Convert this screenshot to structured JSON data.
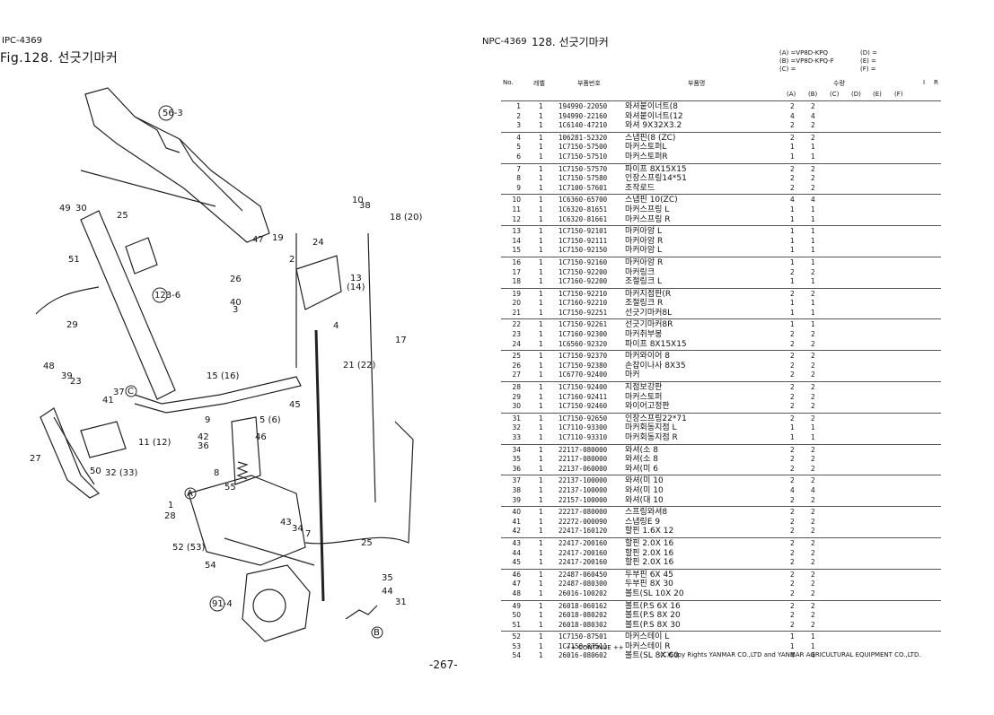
{
  "left_page": {
    "doc_code": "IPC-4369",
    "figure_title": "Fig.128.  선긋기마커",
    "page_number": "-267-",
    "callouts": [
      "56-3",
      "49",
      "30",
      "25",
      "51",
      "29",
      "123-6",
      "48",
      "39",
      "23",
      "27",
      "41",
      "37",
      "C",
      "11 (12)",
      "50",
      "32 (33)",
      "15 (16)",
      "45",
      "9",
      "5 (6)",
      "42",
      "36",
      "46",
      "8",
      "55",
      "A",
      "1",
      "28",
      "52 (53)",
      "54",
      "91-4",
      "43",
      "34",
      "7",
      "10",
      "38",
      "18 (20)",
      "47",
      "19",
      "2",
      "24",
      "26",
      "40",
      "3",
      "13",
      "(14)",
      "4",
      "17",
      "21 (22)",
      "25",
      "35",
      "44",
      "31",
      "B"
    ]
  },
  "right_page": {
    "doc_code": "NPC-4369",
    "title": "128.  선긋기마커",
    "models": [
      "(A) =VP8D-KPQ",
      "(B) =VP8D-KPQ-F",
      "(C) =",
      "(D) =",
      "(E) =",
      "(F) ="
    ],
    "headers": {
      "no": "No.",
      "rev": "레벨",
      "part_no": "부품번호",
      "part_name": "부품명",
      "qty": "수량",
      "qty_cols": [
        "(A)",
        "(B)",
        "(C)",
        "(D)",
        "(E)",
        "(F)"
      ],
      "i": "I",
      "r": "R"
    },
    "parts": [
      [
        "1",
        "1",
        "194990-22050",
        "와셔붙이너트(8",
        "2",
        "2"
      ],
      [
        "2",
        "1",
        "194990-22160",
        "와셔붙이너트(12",
        "4",
        "4"
      ],
      [
        "3",
        "1",
        "1C6140-47210",
        "와셔 9X32X3.2",
        "2",
        "2"
      ],
      [
        "4",
        "1",
        "106281-52320",
        "스냅핀(8 (ZC)",
        "2",
        "2"
      ],
      [
        "5",
        "1",
        "1C7150-57500",
        "마커스토퍼L",
        "1",
        "1"
      ],
      [
        "6",
        "1",
        "1C7150-57510",
        "마커스토퍼R",
        "1",
        "1"
      ],
      [
        "7",
        "1",
        "1C7150-57570",
        "파이프 8X15X15",
        "2",
        "2"
      ],
      [
        "8",
        "1",
        "1C7150-57580",
        "인장스프링14*51",
        "2",
        "2"
      ],
      [
        "9",
        "1",
        "1C7100-57601",
        "조작로드",
        "2",
        "2"
      ],
      [
        "10",
        "1",
        "1C6360-65700",
        "스냅핀 10(ZC)",
        "4",
        "4"
      ],
      [
        "11",
        "1",
        "1C6320-81651",
        "마커스프링 L",
        "1",
        "1"
      ],
      [
        "12",
        "1",
        "1C6320-81661",
        "마커스프링 R",
        "1",
        "1"
      ],
      [
        "13",
        "1",
        "1C7150-92101",
        "마커아암 L",
        "1",
        "1"
      ],
      [
        "14",
        "1",
        "1C7150-92111",
        "마커아암 R",
        "1",
        "1"
      ],
      [
        "15",
        "1",
        "1C7150-92150",
        "마커아암 L",
        "1",
        "1"
      ],
      [
        "16",
        "1",
        "1C7150-92160",
        "마커아암 R",
        "1",
        "1"
      ],
      [
        "17",
        "1",
        "1C7150-92200",
        "마커링크",
        "2",
        "2"
      ],
      [
        "18",
        "1",
        "1C7160-92200",
        "조절링크 L",
        "1",
        "1"
      ],
      [
        "19",
        "1",
        "1C7150-92210",
        "마커지점판(R",
        "2",
        "2"
      ],
      [
        "20",
        "1",
        "1C7160-92210",
        "조절링크 R",
        "1",
        "1"
      ],
      [
        "21",
        "1",
        "1C7150-92251",
        "선긋기마커8L",
        "1",
        "1"
      ],
      [
        "22",
        "1",
        "1C7150-92261",
        "선긋기마커8R",
        "1",
        "1"
      ],
      [
        "23",
        "1",
        "1C7160-92300",
        "마커취부봉",
        "2",
        "2"
      ],
      [
        "24",
        "1",
        "1C6560-92320",
        "파이프 8X15X15",
        "2",
        "2"
      ],
      [
        "25",
        "1",
        "1C7150-92370",
        "마커와이어 8",
        "2",
        "2"
      ],
      [
        "26",
        "1",
        "1C7150-92380",
        "손잡이나사 8X35",
        "2",
        "2"
      ],
      [
        "27",
        "1",
        "1C6770-92400",
        "마커",
        "2",
        "2"
      ],
      [
        "28",
        "1",
        "1C7150-92400",
        "지점보강판",
        "2",
        "2"
      ],
      [
        "29",
        "1",
        "1C7160-92411",
        "마커스토퍼",
        "2",
        "2"
      ],
      [
        "30",
        "1",
        "1C7150-92460",
        "와이어고정판",
        "2",
        "2"
      ],
      [
        "31",
        "1",
        "1C7150-92650",
        "인장스프링22*71",
        "2",
        "2"
      ],
      [
        "32",
        "1",
        "1C7110-93300",
        "마커회동지점 L",
        "1",
        "1"
      ],
      [
        "33",
        "1",
        "1C7110-93310",
        "마커회동지점 R",
        "1",
        "1"
      ],
      [
        "34",
        "1",
        "22117-080000",
        "와셔(소 8",
        "2",
        "2"
      ],
      [
        "35",
        "1",
        "22117-080000",
        "와셔(소 8",
        "2",
        "2"
      ],
      [
        "36",
        "1",
        "22137-060000",
        "와셔(미 6",
        "2",
        "2"
      ],
      [
        "37",
        "1",
        "22137-100000",
        "와셔(미 10",
        "2",
        "2"
      ],
      [
        "38",
        "1",
        "22137-100000",
        "와셔(미 10",
        "4",
        "4"
      ],
      [
        "39",
        "1",
        "22157-100000",
        "와셔(대 10",
        "2",
        "2"
      ],
      [
        "40",
        "1",
        "22217-080000",
        "스프링와셔8",
        "2",
        "2"
      ],
      [
        "41",
        "1",
        "22272-000090",
        "스냅링E 9",
        "2",
        "2"
      ],
      [
        "42",
        "1",
        "22417-160120",
        "할핀 1.6X 12",
        "2",
        "2"
      ],
      [
        "43",
        "1",
        "22417-200160",
        "할핀 2.0X 16",
        "2",
        "2"
      ],
      [
        "44",
        "1",
        "22417-200160",
        "할핀 2.0X 16",
        "2",
        "2"
      ],
      [
        "45",
        "1",
        "22417-200160",
        "할핀 2.0X 16",
        "2",
        "2"
      ],
      [
        "46",
        "1",
        "22487-060450",
        "두부핀 6X 45",
        "2",
        "2"
      ],
      [
        "47",
        "1",
        "22487-080300",
        "두부핀 8X 30",
        "2",
        "2"
      ],
      [
        "48",
        "1",
        "26016-100202",
        "볼트(SL 10X 20",
        "2",
        "2"
      ],
      [
        "49",
        "1",
        "26018-060162",
        "볼트(P.S 6X 16",
        "2",
        "2"
      ],
      [
        "50",
        "1",
        "26018-080202",
        "볼트(P.S 8X 20",
        "2",
        "2"
      ],
      [
        "51",
        "1",
        "26018-080302",
        "볼트(P.S 8X 30",
        "2",
        "2"
      ],
      [
        "52",
        "1",
        "1C7150-87501",
        "마커스테이 L",
        "1",
        "1"
      ],
      [
        "53",
        "1",
        "1C7150-87511",
        "마커스테이 R",
        "1",
        "1"
      ],
      [
        "54",
        "1",
        "26016-080602",
        "볼트(SL 8X 60",
        "4",
        "4"
      ]
    ],
    "continue_text": "++ CONTINUE ++",
    "copyright": "(C)Copy Rights  YANMAR CO.,LTD and YANMAR AGRICULTURAL EQUIPMENT CO.,LTD."
  }
}
